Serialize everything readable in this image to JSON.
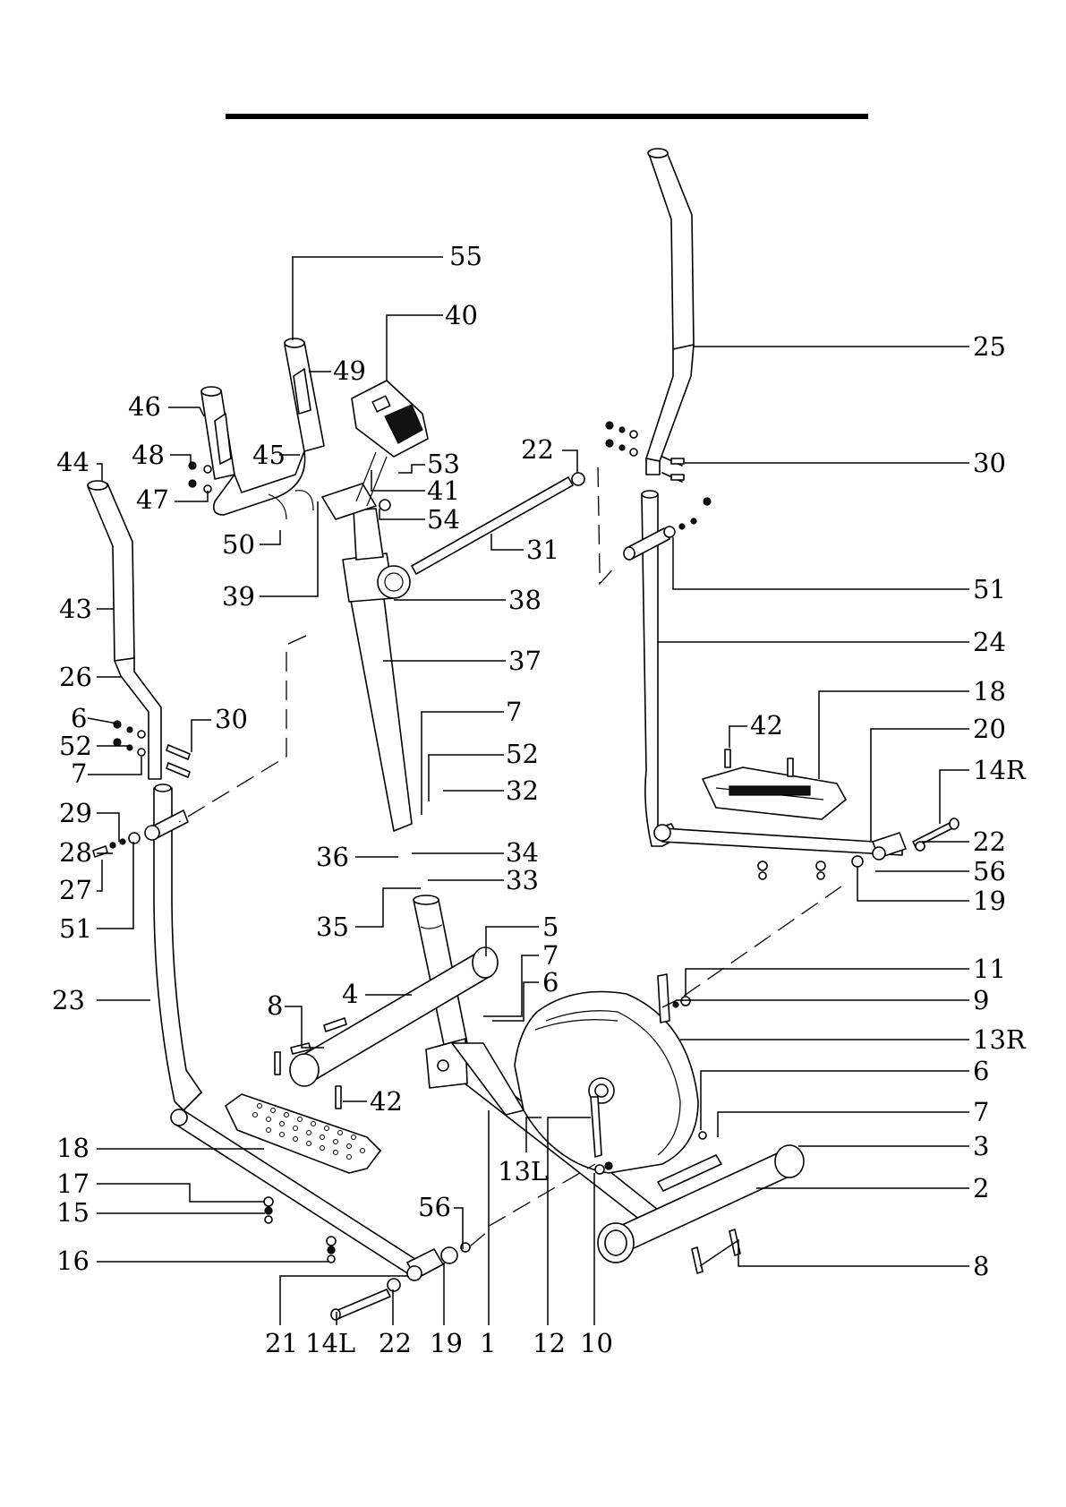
{
  "document": {
    "type": "exploded parts diagram",
    "subject": "elliptical cross trainer"
  },
  "callouts": [
    {
      "id": "c55",
      "label": "55"
    },
    {
      "id": "c40",
      "label": "40"
    },
    {
      "id": "c49",
      "label": "49"
    },
    {
      "id": "c46",
      "label": "46"
    },
    {
      "id": "c48",
      "label": "48"
    },
    {
      "id": "c45",
      "label": "45"
    },
    {
      "id": "c53",
      "label": "53"
    },
    {
      "id": "c41",
      "label": "41"
    },
    {
      "id": "c47",
      "label": "47"
    },
    {
      "id": "c44",
      "label": "44"
    },
    {
      "id": "c54",
      "label": "54"
    },
    {
      "id": "c50",
      "label": "50"
    },
    {
      "id": "c39",
      "label": "39"
    },
    {
      "id": "c22a",
      "label": "22"
    },
    {
      "id": "c31",
      "label": "31"
    },
    {
      "id": "c38",
      "label": "38"
    },
    {
      "id": "c43",
      "label": "43"
    },
    {
      "id": "c37",
      "label": "37"
    },
    {
      "id": "c26",
      "label": "26"
    },
    {
      "id": "c6a",
      "label": "6"
    },
    {
      "id": "c52a",
      "label": "52"
    },
    {
      "id": "c7a",
      "label": "7"
    },
    {
      "id": "c30a",
      "label": "30"
    },
    {
      "id": "c7b",
      "label": "7"
    },
    {
      "id": "c52b",
      "label": "52"
    },
    {
      "id": "c32",
      "label": "32"
    },
    {
      "id": "c29",
      "label": "29"
    },
    {
      "id": "c28",
      "label": "28"
    },
    {
      "id": "c27",
      "label": "27"
    },
    {
      "id": "c51a",
      "label": "51"
    },
    {
      "id": "c36",
      "label": "36"
    },
    {
      "id": "c34",
      "label": "34"
    },
    {
      "id": "c33",
      "label": "33"
    },
    {
      "id": "c35",
      "label": "35"
    },
    {
      "id": "c5",
      "label": "5"
    },
    {
      "id": "c7c",
      "label": "7"
    },
    {
      "id": "c6b",
      "label": "6"
    },
    {
      "id": "c4",
      "label": "4"
    },
    {
      "id": "c8a",
      "label": "8"
    },
    {
      "id": "c23",
      "label": "23"
    },
    {
      "id": "c42a",
      "label": "42"
    },
    {
      "id": "c18a",
      "label": "18"
    },
    {
      "id": "c17",
      "label": "17"
    },
    {
      "id": "c15",
      "label": "15"
    },
    {
      "id": "c16",
      "label": "16"
    },
    {
      "id": "c13L",
      "label": "13L"
    },
    {
      "id": "c56a",
      "label": "56"
    },
    {
      "id": "c21",
      "label": "21"
    },
    {
      "id": "c14L",
      "label": "14L"
    },
    {
      "id": "c22b",
      "label": "22"
    },
    {
      "id": "c19a",
      "label": "19"
    },
    {
      "id": "c1",
      "label": "1"
    },
    {
      "id": "c12",
      "label": "12"
    },
    {
      "id": "c10",
      "label": "10"
    },
    {
      "id": "c25",
      "label": "25"
    },
    {
      "id": "c30b",
      "label": "30"
    },
    {
      "id": "c51b",
      "label": "51"
    },
    {
      "id": "c24",
      "label": "24"
    },
    {
      "id": "c42b",
      "label": "42"
    },
    {
      "id": "c18b",
      "label": "18"
    },
    {
      "id": "c20",
      "label": "20"
    },
    {
      "id": "c14R",
      "label": "14R"
    },
    {
      "id": "c22c",
      "label": "22"
    },
    {
      "id": "c56b",
      "label": "56"
    },
    {
      "id": "c19b",
      "label": "19"
    },
    {
      "id": "c11",
      "label": "11"
    },
    {
      "id": "c9",
      "label": "9"
    },
    {
      "id": "c13R",
      "label": "13R"
    },
    {
      "id": "c6c",
      "label": "6"
    },
    {
      "id": "c7d",
      "label": "7"
    },
    {
      "id": "c3",
      "label": "3"
    },
    {
      "id": "c2",
      "label": "2"
    },
    {
      "id": "c8b",
      "label": "8"
    }
  ]
}
